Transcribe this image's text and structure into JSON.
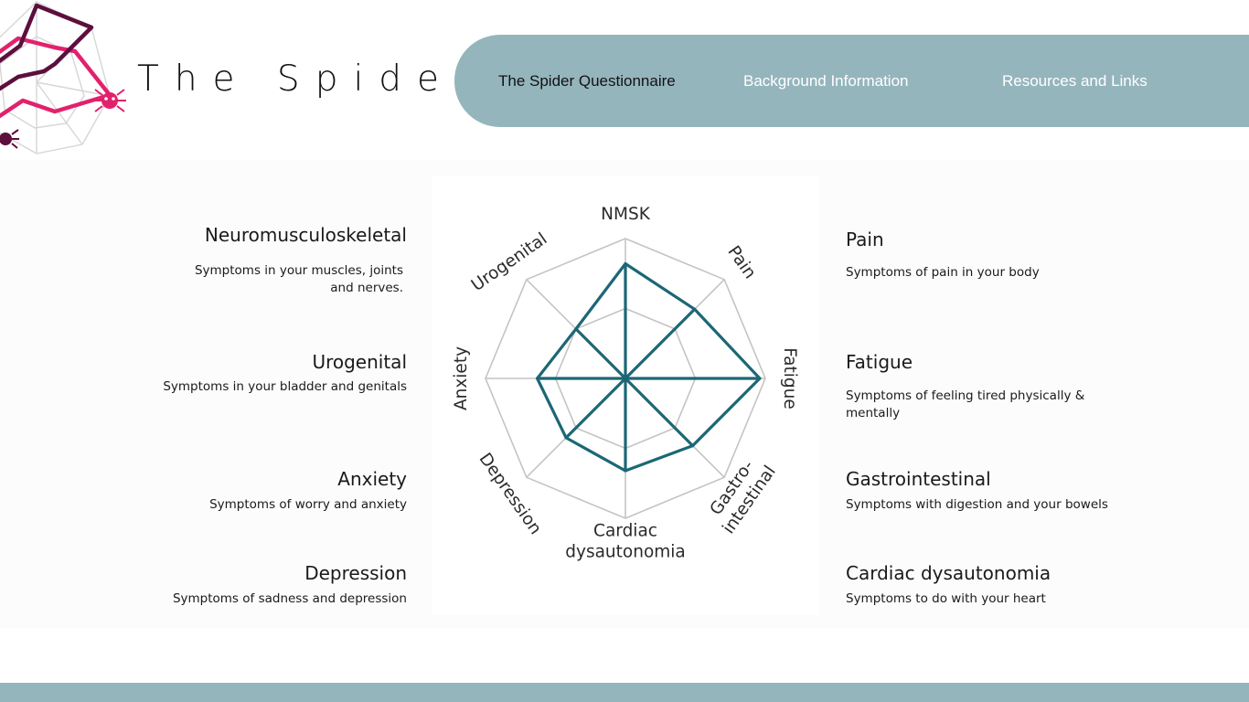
{
  "brand": {
    "title": "The Spider"
  },
  "nav": {
    "items": [
      {
        "label": "The Spider Questionnaire",
        "active": true
      },
      {
        "label": "Background Information",
        "active": false
      },
      {
        "label": "Resources and Links",
        "active": false
      }
    ]
  },
  "colors": {
    "nav_bg": "#95b5bd",
    "chart_line": "#1c6775",
    "grid_line": "#c4c4c4",
    "logo_pink": "#e2216d",
    "logo_plum": "#5c0f3d"
  },
  "domains_left": [
    {
      "title": "Neuromusculoskeletal",
      "text": "Symptoms in your muscles, joints and nerves."
    },
    {
      "title": "Urogenital",
      "text": "Symptoms in your bladder and genitals"
    },
    {
      "title": "Anxiety",
      "text": "Symptoms of worry and anxiety"
    },
    {
      "title": "Depression",
      "text": "Symptoms of sadness and depression"
    }
  ],
  "domains_right": [
    {
      "title": "Pain",
      "text": "Symptoms of pain in your body"
    },
    {
      "title": "Fatigue",
      "text": "Symptoms  of feeling tired physically & mentally"
    },
    {
      "title": "Gastrointestinal",
      "text": "Symptoms with digestion and your bowels"
    },
    {
      "title": "Cardiac dysautonomia",
      "text": "Symptoms to do with your heart"
    }
  ],
  "chart_data": {
    "type": "radar",
    "axes": [
      "NMSK",
      "Pain",
      "Fatigue",
      "Gastro-intestinal",
      "Cardiac dysautonomia",
      "Depression",
      "Anxiety",
      "Urogenital"
    ],
    "range": [
      0,
      100
    ],
    "grid_levels": [
      50,
      100
    ],
    "grid": true,
    "series": [
      {
        "values": [
          82,
          70,
          96,
          68,
          66,
          60,
          63,
          50
        ]
      }
    ]
  }
}
